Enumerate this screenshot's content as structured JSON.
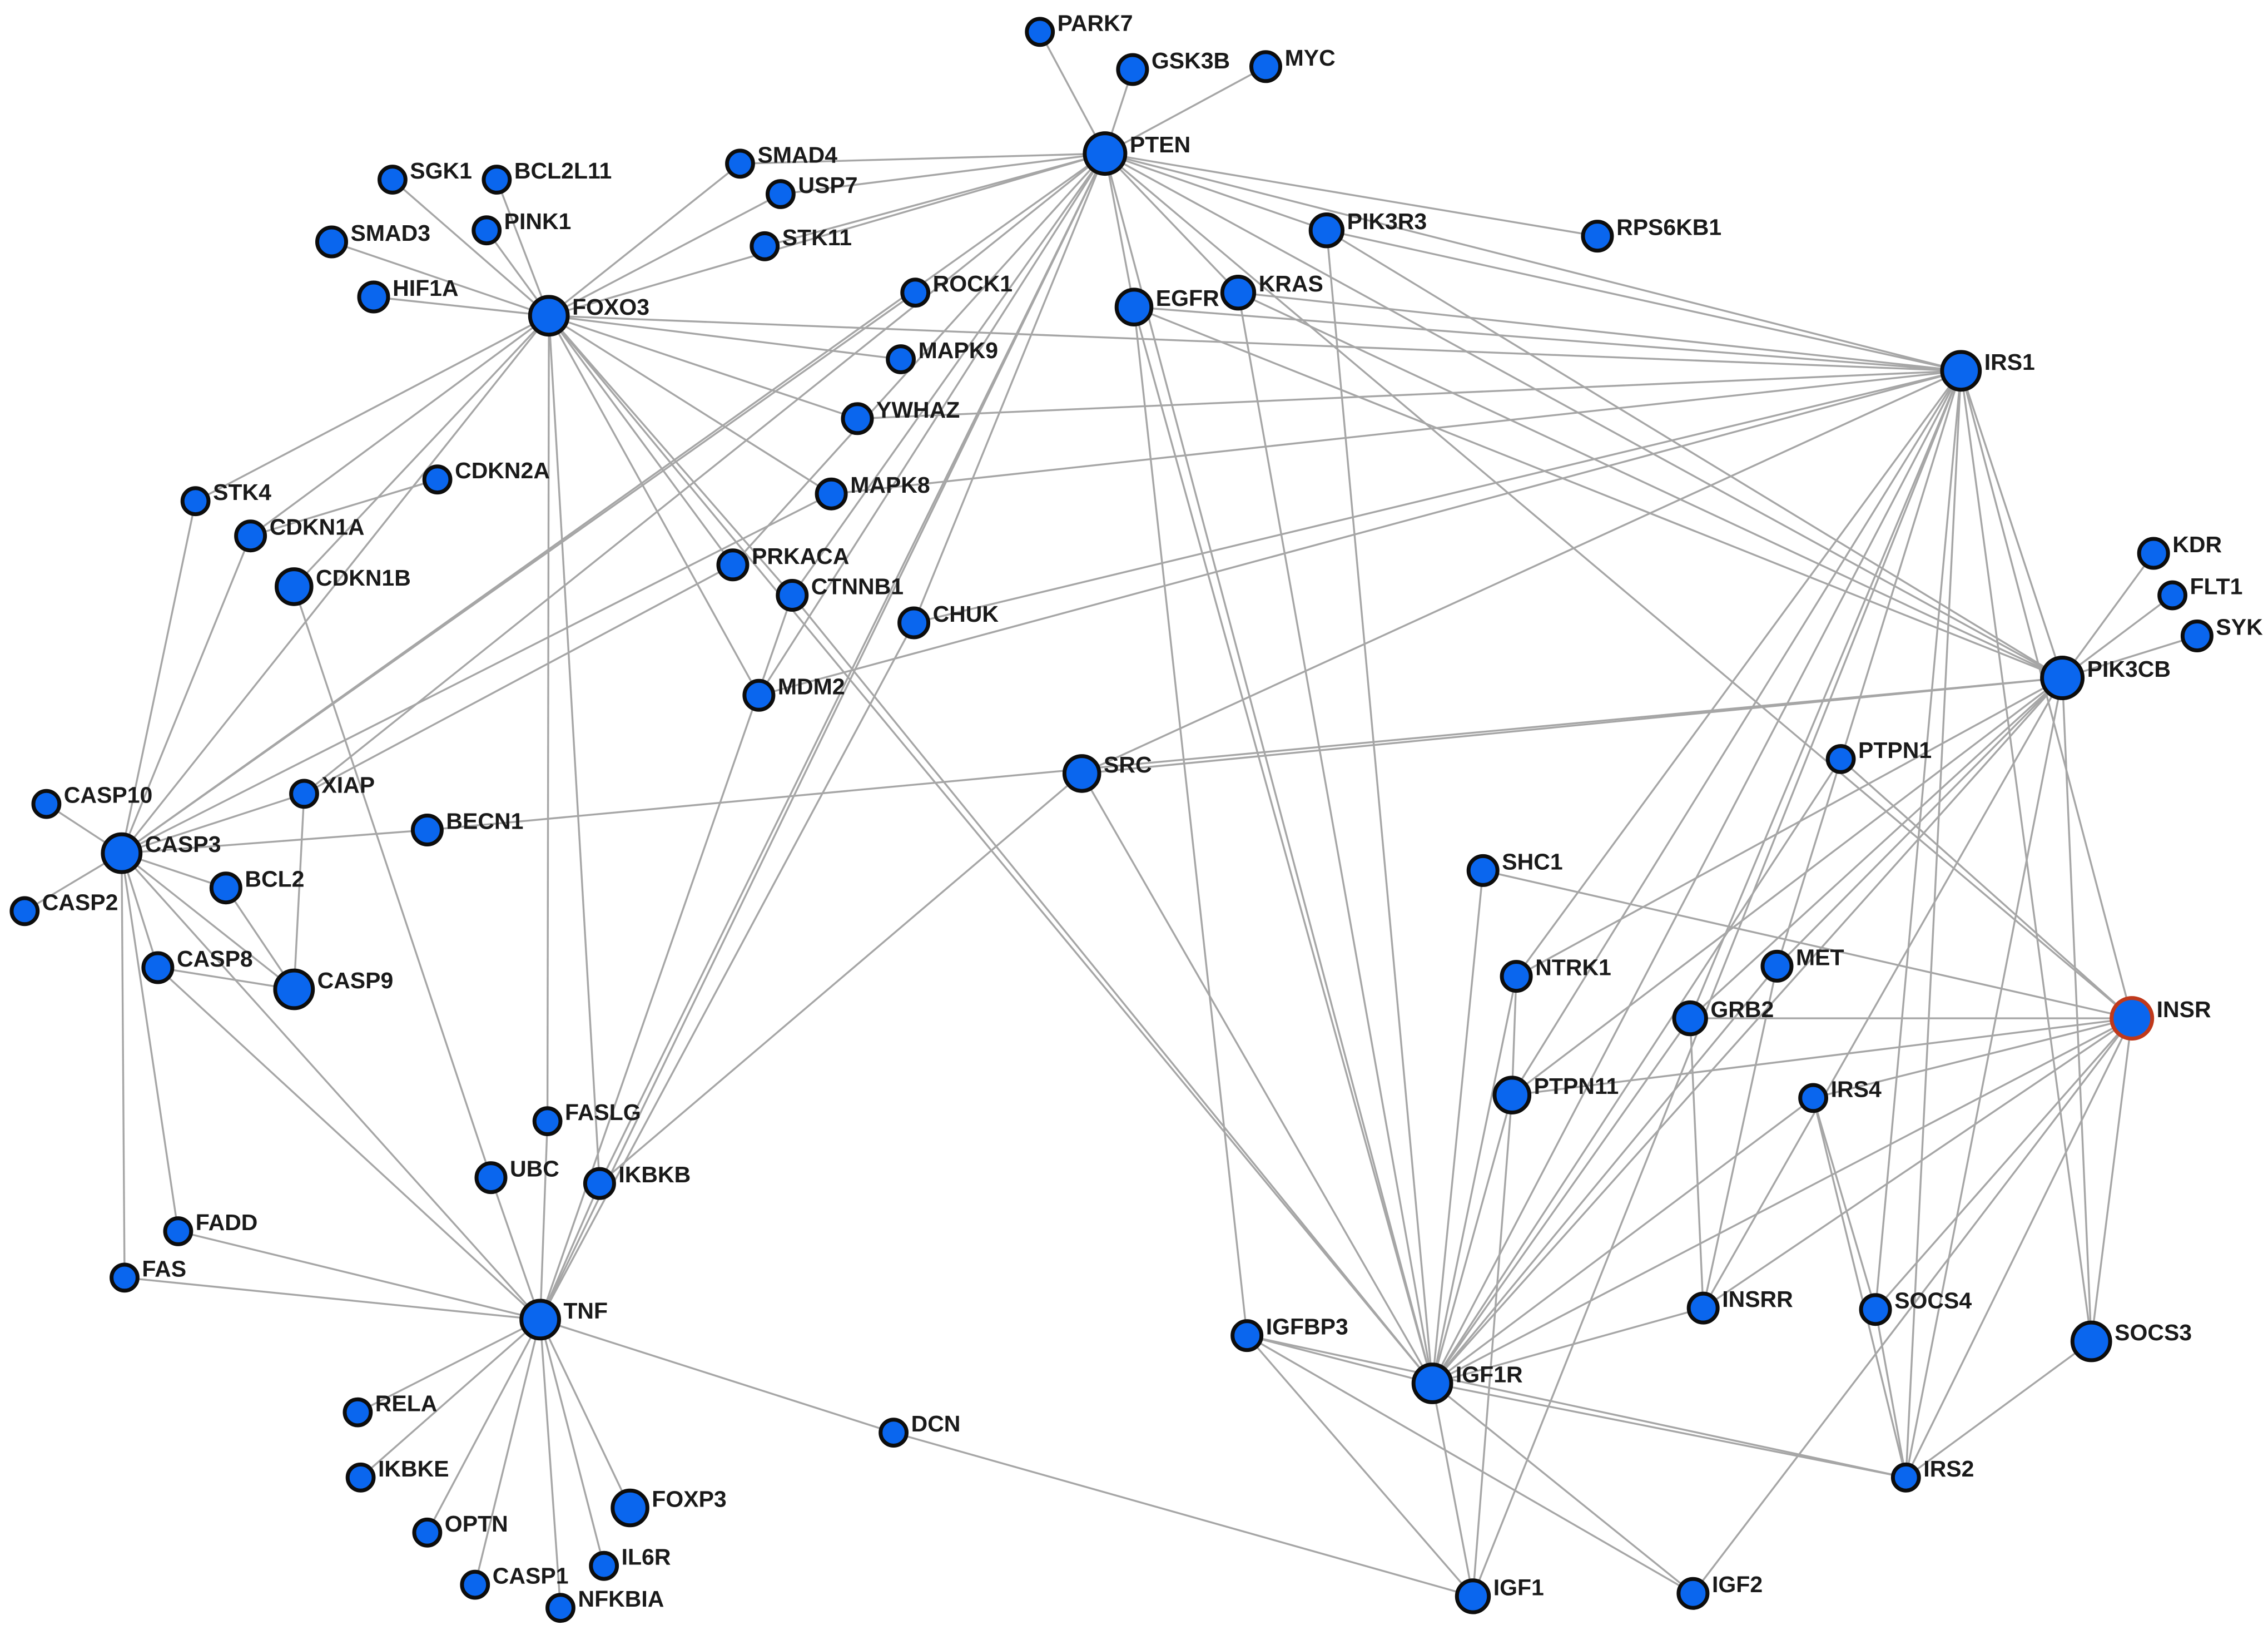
{
  "colors": {
    "node_fill": "#0a66ee",
    "node_stroke": "#0d0d0d",
    "highlight_stroke": "#c0391b",
    "edge": "#a6a6a6",
    "label": "#1a1a1a"
  },
  "nodes": [
    {
      "id": "PARK7",
      "label": "PARK7"
    },
    {
      "id": "GSK3B",
      "label": "GSK3B"
    },
    {
      "id": "MYC",
      "label": "MYC"
    },
    {
      "id": "PTEN",
      "label": "PTEN"
    },
    {
      "id": "SMAD4",
      "label": "SMAD4"
    },
    {
      "id": "USP7",
      "label": "USP7"
    },
    {
      "id": "STK11",
      "label": "STK11"
    },
    {
      "id": "SGK1",
      "label": "SGK1"
    },
    {
      "id": "BCL2L11",
      "label": "BCL2L11"
    },
    {
      "id": "PINK1",
      "label": "PINK1"
    },
    {
      "id": "SMAD3",
      "label": "SMAD3"
    },
    {
      "id": "HIF1A",
      "label": "HIF1A"
    },
    {
      "id": "FOXO3",
      "label": "FOXO3"
    },
    {
      "id": "PIK3R3",
      "label": "PIK3R3"
    },
    {
      "id": "RPS6KB1",
      "label": "RPS6KB1"
    },
    {
      "id": "ROCK1",
      "label": "ROCK1"
    },
    {
      "id": "EGFR",
      "label": "EGFR"
    },
    {
      "id": "KRAS",
      "label": "KRAS"
    },
    {
      "id": "MAPK9",
      "label": "MAPK9"
    },
    {
      "id": "YWHAZ",
      "label": "YWHAZ"
    },
    {
      "id": "IRS1",
      "label": "IRS1"
    },
    {
      "id": "CDKN2A",
      "label": "CDKN2A"
    },
    {
      "id": "MAPK8",
      "label": "MAPK8"
    },
    {
      "id": "STK4",
      "label": "STK4"
    },
    {
      "id": "CDKN1A",
      "label": "CDKN1A"
    },
    {
      "id": "CDKN1B",
      "label": "CDKN1B"
    },
    {
      "id": "PRKACA",
      "label": "PRKACA"
    },
    {
      "id": "CTNNB1",
      "label": "CTNNB1"
    },
    {
      "id": "CHUK",
      "label": "CHUK"
    },
    {
      "id": "KDR",
      "label": "KDR"
    },
    {
      "id": "FLT1",
      "label": "FLT1"
    },
    {
      "id": "SYK",
      "label": "SYK"
    },
    {
      "id": "PIK3CB",
      "label": "PIK3CB"
    },
    {
      "id": "MDM2",
      "label": "MDM2"
    },
    {
      "id": "SRC",
      "label": "SRC"
    },
    {
      "id": "PTPN1",
      "label": "PTPN1"
    },
    {
      "id": "CASP10",
      "label": "CASP10"
    },
    {
      "id": "XIAP",
      "label": "XIAP"
    },
    {
      "id": "CASP3",
      "label": "CASP3"
    },
    {
      "id": "BECN1",
      "label": "BECN1"
    },
    {
      "id": "BCL2",
      "label": "BCL2"
    },
    {
      "id": "CASP2",
      "label": "CASP2"
    },
    {
      "id": "SHC1",
      "label": "SHC1"
    },
    {
      "id": "CASP8",
      "label": "CASP8"
    },
    {
      "id": "CASP9",
      "label": "CASP9"
    },
    {
      "id": "NTRK1",
      "label": "NTRK1"
    },
    {
      "id": "MET",
      "label": "MET"
    },
    {
      "id": "INSR",
      "label": "INSR"
    },
    {
      "id": "GRB2",
      "label": "GRB2"
    },
    {
      "id": "PTPN11",
      "label": "PTPN11"
    },
    {
      "id": "IRS4",
      "label": "IRS4"
    },
    {
      "id": "FASLG",
      "label": "FASLG"
    },
    {
      "id": "UBC",
      "label": "UBC"
    },
    {
      "id": "IKBKB",
      "label": "IKBKB"
    },
    {
      "id": "FADD",
      "label": "FADD"
    },
    {
      "id": "FAS",
      "label": "FAS"
    },
    {
      "id": "TNF",
      "label": "TNF"
    },
    {
      "id": "INSRR",
      "label": "INSRR"
    },
    {
      "id": "SOCS4",
      "label": "SOCS4"
    },
    {
      "id": "IGFBP3",
      "label": "IGFBP3"
    },
    {
      "id": "SOCS3",
      "label": "SOCS3"
    },
    {
      "id": "IGF1R",
      "label": "IGF1R"
    },
    {
      "id": "RELA",
      "label": "RELA"
    },
    {
      "id": "DCN",
      "label": "DCN"
    },
    {
      "id": "IKBKE",
      "label": "IKBKE"
    },
    {
      "id": "IRS2",
      "label": "IRS2"
    },
    {
      "id": "FOXP3",
      "label": "FOXP3"
    },
    {
      "id": "OPTN",
      "label": "OPTN"
    },
    {
      "id": "IL6R",
      "label": "IL6R"
    },
    {
      "id": "CASP1",
      "label": "CASP1"
    },
    {
      "id": "NFKBIA",
      "label": "NFKBIA"
    },
    {
      "id": "IGF1",
      "label": "IGF1"
    },
    {
      "id": "IGF2",
      "label": "IGF2"
    }
  ],
  "edges": [
    [
      "PTEN",
      "PARK7"
    ],
    [
      "PTEN",
      "GSK3B"
    ],
    [
      "PTEN",
      "MYC"
    ],
    [
      "PTEN",
      "SMAD4"
    ],
    [
      "PTEN",
      "USP7"
    ],
    [
      "PTEN",
      "STK11"
    ],
    [
      "PTEN",
      "FOXO3"
    ],
    [
      "PTEN",
      "PIK3R3"
    ],
    [
      "PTEN",
      "RPS6KB1"
    ],
    [
      "PTEN",
      "IRS1"
    ],
    [
      "PTEN",
      "PIK3CB"
    ],
    [
      "PTEN",
      "KRAS"
    ],
    [
      "PTEN",
      "EGFR"
    ],
    [
      "PTEN",
      "CASP3"
    ],
    [
      "PTEN",
      "MDM2"
    ],
    [
      "PTEN",
      "CHUK"
    ],
    [
      "PTEN",
      "IKBKB"
    ],
    [
      "PTEN",
      "TNF"
    ],
    [
      "PTEN",
      "IGF1R"
    ],
    [
      "PTEN",
      "INSR"
    ],
    [
      "PTEN",
      "XIAP"
    ],
    [
      "PTEN",
      "PRKACA"
    ],
    [
      "PTEN",
      "CTNNB1"
    ],
    [
      "FOXO3",
      "SMAD4"
    ],
    [
      "FOXO3",
      "USP7"
    ],
    [
      "FOXO3",
      "SGK1"
    ],
    [
      "FOXO3",
      "BCL2L11"
    ],
    [
      "FOXO3",
      "PINK1"
    ],
    [
      "FOXO3",
      "SMAD3"
    ],
    [
      "FOXO3",
      "HIF1A"
    ],
    [
      "FOXO3",
      "MAPK9"
    ],
    [
      "FOXO3",
      "YWHAZ"
    ],
    [
      "FOXO3",
      "MAPK8"
    ],
    [
      "FOXO3",
      "PRKACA"
    ],
    [
      "FOXO3",
      "MDM2"
    ],
    [
      "FOXO3",
      "STK4"
    ],
    [
      "FOXO3",
      "CDKN1A"
    ],
    [
      "FOXO3",
      "CDKN1B"
    ],
    [
      "FOXO3",
      "CASP3"
    ],
    [
      "FOXO3",
      "FASLG"
    ],
    [
      "FOXO3",
      "IKBKB"
    ],
    [
      "FOXO3",
      "IGF1R"
    ],
    [
      "FOXO3",
      "CTNNB1"
    ],
    [
      "FOXO3",
      "IRS1"
    ],
    [
      "CDKN2A",
      "CDKN1A"
    ],
    [
      "ROCK1",
      "CASP3"
    ],
    [
      "CHUK",
      "TNF"
    ],
    [
      "MAPK8",
      "CASP3"
    ],
    [
      "MAPK8",
      "IRS1"
    ],
    [
      "YWHAZ",
      "IRS1"
    ],
    [
      "MDM2",
      "IRS1"
    ],
    [
      "CTNNB1",
      "TNF"
    ],
    [
      "SRC",
      "PIK3CB"
    ],
    [
      "SRC",
      "IGF1R"
    ],
    [
      "SRC",
      "IKBKB"
    ],
    [
      "BECN1",
      "PIK3CB"
    ],
    [
      "PRKACA",
      "XIAP"
    ],
    [
      "CASP10",
      "CASP3"
    ],
    [
      "CASP2",
      "CASP3"
    ],
    [
      "XIAP",
      "CASP3"
    ],
    [
      "XIAP",
      "CASP9"
    ],
    [
      "BECN1",
      "CASP3"
    ],
    [
      "BCL2",
      "CASP3"
    ],
    [
      "BCL2",
      "CASP9"
    ],
    [
      "CASP8",
      "CASP3"
    ],
    [
      "CASP8",
      "CASP9"
    ],
    [
      "CASP3",
      "CASP9"
    ],
    [
      "CASP3",
      "FADD"
    ],
    [
      "CASP3",
      "FAS"
    ],
    [
      "CASP3",
      "TNF"
    ],
    [
      "CASP3",
      "CDKN1A"
    ],
    [
      "CASP3",
      "STK4"
    ],
    [
      "CDKN1B",
      "UBC"
    ],
    [
      "TNF",
      "FASLG"
    ],
    [
      "TNF",
      "UBC"
    ],
    [
      "TNF",
      "IKBKB"
    ],
    [
      "TNF",
      "FADD"
    ],
    [
      "TNF",
      "FAS"
    ],
    [
      "TNF",
      "CASP8"
    ],
    [
      "TNF",
      "RELA"
    ],
    [
      "TNF",
      "IKBKE"
    ],
    [
      "TNF",
      "OPTN"
    ],
    [
      "TNF",
      "CASP1"
    ],
    [
      "TNF",
      "NFKBIA"
    ],
    [
      "TNF",
      "IL6R"
    ],
    [
      "TNF",
      "FOXP3"
    ],
    [
      "TNF",
      "DCN"
    ],
    [
      "DCN",
      "IGF1"
    ],
    [
      "IRS1",
      "EGFR"
    ],
    [
      "IRS1",
      "PIK3R3"
    ],
    [
      "IRS1",
      "KRAS"
    ],
    [
      "IRS1",
      "PIK3CB"
    ],
    [
      "IRS1",
      "INSR"
    ],
    [
      "IRS1",
      "IGF1R"
    ],
    [
      "IRS1",
      "SRC"
    ],
    [
      "IRS1",
      "NTRK1"
    ],
    [
      "IRS1",
      "GRB2"
    ],
    [
      "IRS1",
      "PTPN11"
    ],
    [
      "IRS1",
      "SOCS4"
    ],
    [
      "IRS1",
      "SOCS3"
    ],
    [
      "IRS1",
      "IRS2"
    ],
    [
      "IRS1",
      "MET"
    ],
    [
      "IRS1",
      "CHUK"
    ],
    [
      "IRS1",
      "IGF1"
    ],
    [
      "PIK3CB",
      "KDR"
    ],
    [
      "PIK3CB",
      "FLT1"
    ],
    [
      "PIK3CB",
      "SYK"
    ],
    [
      "PIK3CB",
      "PIK3R3"
    ],
    [
      "PIK3CB",
      "EGFR"
    ],
    [
      "PIK3CB",
      "KRAS"
    ],
    [
      "PIK3CB",
      "IGF1R"
    ],
    [
      "PIK3CB",
      "GRB2"
    ],
    [
      "PIK3CB",
      "PTPN11"
    ],
    [
      "PIK3CB",
      "MET"
    ],
    [
      "PIK3CB",
      "IRS2"
    ],
    [
      "PIK3CB",
      "NTRK1"
    ],
    [
      "PIK3CB",
      "SOCS3"
    ],
    [
      "PIK3CB",
      "INSRR"
    ],
    [
      "INSR",
      "PTPN1"
    ],
    [
      "INSR",
      "SHC1"
    ],
    [
      "INSR",
      "GRB2"
    ],
    [
      "INSR",
      "PTPN11"
    ],
    [
      "INSR",
      "IRS4"
    ],
    [
      "INSR",
      "IGF1R"
    ],
    [
      "INSR",
      "SOCS3"
    ],
    [
      "INSR",
      "SOCS4"
    ],
    [
      "INSR",
      "IRS2"
    ],
    [
      "INSR",
      "IGF2"
    ],
    [
      "INSR",
      "INSRR"
    ],
    [
      "IGF1R",
      "EGFR"
    ],
    [
      "IGF1R",
      "KRAS"
    ],
    [
      "IGF1R",
      "PIK3R3"
    ],
    [
      "IGF1R",
      "SHC1"
    ],
    [
      "IGF1R",
      "GRB2"
    ],
    [
      "IGF1R",
      "PTPN11"
    ],
    [
      "IGF1R",
      "PTPN1"
    ],
    [
      "IGF1R",
      "IGFBP3"
    ],
    [
      "IGF1R",
      "IGF1"
    ],
    [
      "IGF1R",
      "IGF2"
    ],
    [
      "IGF1R",
      "INSRR"
    ],
    [
      "IGF1R",
      "IRS2"
    ],
    [
      "IGF1R",
      "IRS4"
    ],
    [
      "IGF1R",
      "NTRK1"
    ],
    [
      "IGF1R",
      "MET"
    ],
    [
      "IGF1R",
      "CTNNB1"
    ],
    [
      "IGFBP3",
      "IGF1"
    ],
    [
      "IGFBP3",
      "IGF2"
    ],
    [
      "IGFBP3",
      "EGFR"
    ],
    [
      "IGFBP3",
      "IRS2"
    ],
    [
      "GRB2",
      "INSRR"
    ],
    [
      "MET",
      "INSRR"
    ],
    [
      "PTPN11",
      "IGF1"
    ],
    [
      "NTRK1",
      "PTPN11"
    ],
    [
      "IRS4",
      "SOCS4"
    ],
    [
      "IRS4",
      "IRS2"
    ],
    [
      "SOCS3",
      "IRS2"
    ],
    [
      "SOCS4",
      "IRS2"
    ]
  ]
}
